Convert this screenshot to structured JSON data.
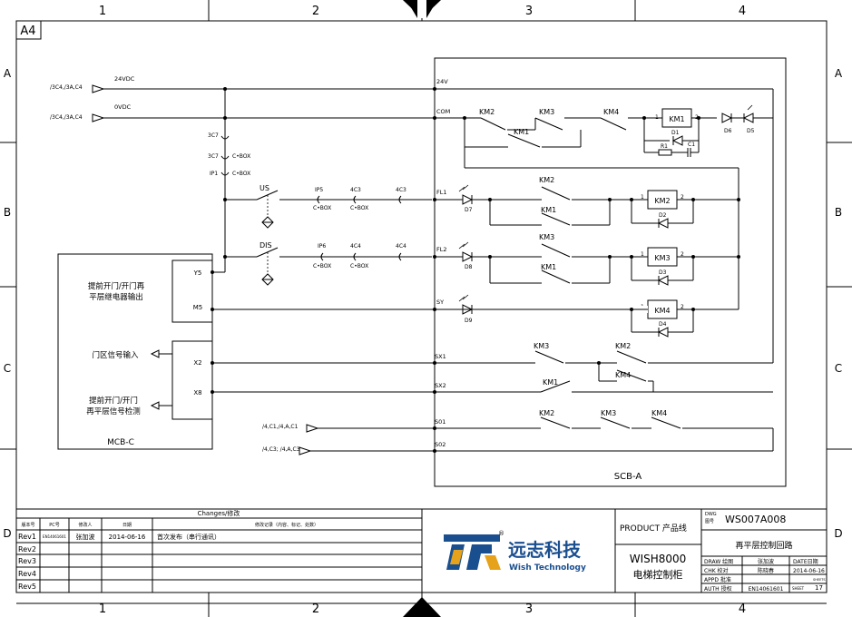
{
  "sheet": {
    "col_labels": [
      "1",
      "2",
      "3",
      "4"
    ],
    "row_labels": [
      "A",
      "B",
      "C",
      "D"
    ],
    "paper_size": "A4"
  },
  "signals": {
    "v24": "24VDC",
    "v0": "0VDC",
    "src_24": "/3C4,/3A,C4",
    "src_0": "/3C4,/3A,C4",
    "src_s01": "/4,C1,/4,A,C1",
    "src_s02": "/4,C3; /4,A,C3"
  },
  "terminals": {
    "t24v": "24V",
    "com": "COM",
    "fl1": "FL1",
    "fl2": "FL2",
    "sy": "SY",
    "sx1": "SX1",
    "sx2": "SX2",
    "s01": "S01",
    "s02": "S02"
  },
  "connectors": {
    "c3c7a": "3C7",
    "c3c7b": "3C7",
    "ip1": "IP1",
    "cbox": "C•BOX",
    "us": "US",
    "dis": "DIS",
    "ip5": "IP5",
    "c4c3a": "4C3",
    "c4c3b": "4C3",
    "ip6": "IP6",
    "c4c4a": "4C4",
    "c4c4b": "4C4"
  },
  "components": {
    "km1": "KM1",
    "km2": "KM2",
    "km3": "KM3",
    "km4": "KM4",
    "d1": "D1",
    "d2": "D2",
    "d3": "D3",
    "d4": "D4",
    "d5": "D5",
    "d6": "D6",
    "d7": "D7",
    "d8": "D8",
    "d9": "D9",
    "r1": "R1",
    "c1": "C1",
    "pin1": "1",
    "pin2": "2"
  },
  "mcb": {
    "title": "MCB-C",
    "y5": "Y5",
    "m5": "M5",
    "x2": "X2",
    "x8": "X8",
    "relay_out_l1": "提前开门/开门再",
    "relay_out_l2": "平层继电器输出",
    "door_zone": "门区信号输入",
    "detect_l1": "提前开门/开门",
    "detect_l2": "再平层信号检测"
  },
  "scb": {
    "title": "SCB-A"
  },
  "changes": {
    "title": "Changes/修改",
    "headers": [
      "版本号",
      "PC号",
      "修改人",
      "日期",
      "修改记录（内容、标记、处数）"
    ],
    "rows": [
      [
        "Rev1",
        "EN14061601",
        "张加波",
        "2014-06-16",
        "首次发布（串行通讯）"
      ],
      [
        "Rev2",
        "",
        "",
        "",
        ""
      ],
      [
        "Rev3",
        "",
        "",
        "",
        ""
      ],
      [
        "Rev4",
        "",
        "",
        "",
        ""
      ],
      [
        "Rev5",
        "",
        "",
        "",
        ""
      ]
    ]
  },
  "titleblock": {
    "company_cn": "远志科技",
    "company_en": "Wish Technology",
    "registered": "®",
    "product_label": "PRODUCT 产品线",
    "product": "WISH8000",
    "product_cn": "电梯控制柜",
    "dwg_label_en": "DWG",
    "dwg_label_cn": "图号",
    "dwg_no": "WS007A008",
    "drawing_title": "再平层控制回路",
    "draw": "DRAW 绘图",
    "draw_name": "张加波",
    "chk": "CHK 校对",
    "chk_name": "陈晓春",
    "appd": "APPD 批准",
    "auth": "AUTH 授权",
    "auth_no": "EN14061601",
    "date_label": "DATE日期",
    "date": "2014-06-16",
    "sheets_label": "SHEETS",
    "sheet_label": "SHEET",
    "sheet_no": "17"
  }
}
